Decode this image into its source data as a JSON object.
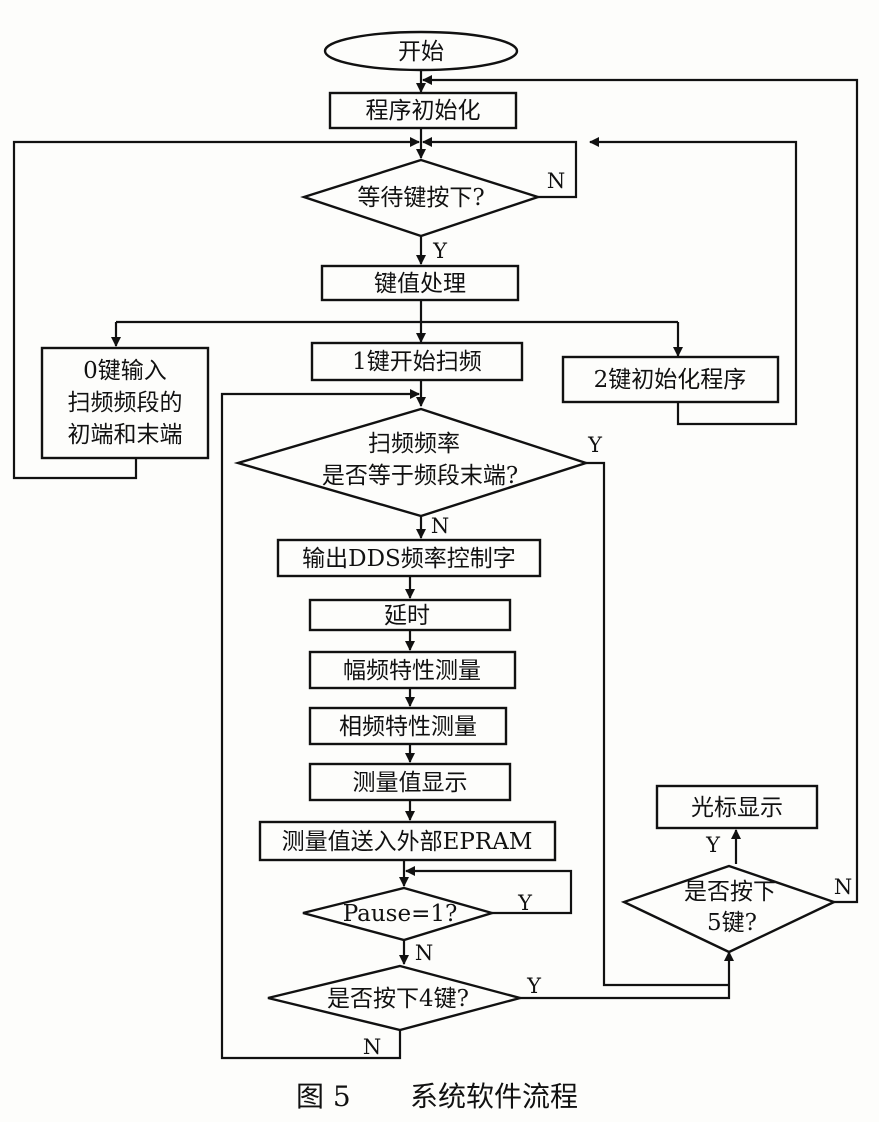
{
  "nodes": {
    "start": "开始",
    "init": "程序初始化",
    "wait_key": "等待键按下?",
    "key_proc": "键值处理",
    "key0_line1": "0键输入",
    "key0_line2": "扫频频段的",
    "key0_line3": "初端和末端",
    "key1": "1键开始扫频",
    "key2": "2键初始化程序",
    "freq_check_line1": "扫频频率",
    "freq_check_line2": "是否等于频段末端?",
    "dds_out": "输出DDS频率控制字",
    "delay": "延时",
    "amp_measure": "幅频特性测量",
    "phase_measure": "相频特性测量",
    "display": "测量值显示",
    "store": "测量值送入外部EPRAM",
    "pause_check": "Pause=1?",
    "key4_check": "是否按下4键?",
    "key5_line1": "是否按下",
    "key5_line2": "5键?",
    "cursor": "光标显示"
  },
  "edge_labels": {
    "wait_no": "N",
    "wait_yes": "Y",
    "freq_yes": "Y",
    "freq_no": "N",
    "pause_yes": "Y",
    "pause_no": "N",
    "key4_yes": "Y",
    "key4_no": "N",
    "key5_yes": "Y",
    "key5_no": "N"
  },
  "caption": {
    "figure_no": "图 5",
    "title": "系统软件流程"
  }
}
